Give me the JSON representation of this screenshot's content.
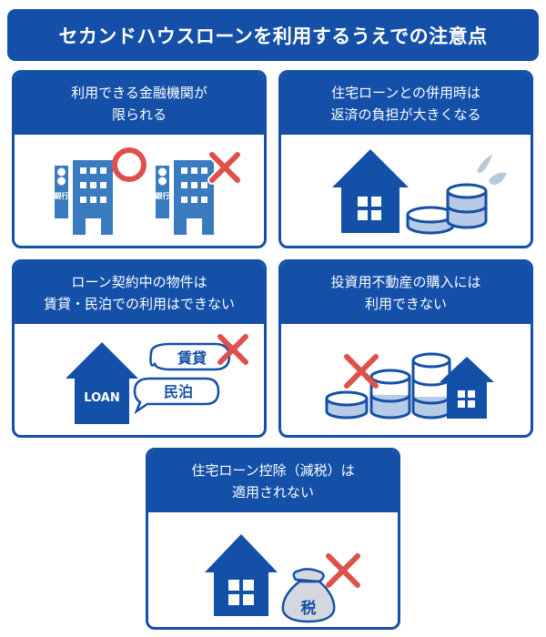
{
  "title": "セカンドハウスローンを利用するうえでの注意点",
  "colors": {
    "primary": "#1450a8",
    "building": "#3a7bbf",
    "cross": "#e0504a",
    "coin_fill": "#b8cbe6",
    "sweat": "#b8cad8",
    "bag_fill": "#d4d8de",
    "background": "#ffffff"
  },
  "cards": [
    {
      "id": "limited-institutions",
      "lines": [
        "利用できる金融機関が",
        "限られる"
      ],
      "illustration": {
        "icons": [
          "bank-building-icon",
          "circle-ok-icon",
          "bank-building-icon",
          "cross-ng-icon"
        ],
        "bank_label": "銀行"
      }
    },
    {
      "id": "repayment-burden",
      "lines": [
        "住宅ローンとの併用時は",
        "返済の負担が大きくなる"
      ],
      "illustration": {
        "icons": [
          "house-icon",
          "coin-stack-icon",
          "sweat-drop-icon"
        ]
      }
    },
    {
      "id": "no-rental",
      "lines": [
        "ローン契約中の物件は",
        "賃貸・民泊での利用はできない"
      ],
      "illustration": {
        "icons": [
          "house-icon",
          "speech-bubble-icon",
          "speech-bubble-icon",
          "cross-ng-icon"
        ],
        "house_label": "LOAN",
        "bubble_labels": [
          "賃貸",
          "民泊"
        ]
      }
    },
    {
      "id": "no-investment",
      "lines": [
        "投資用不動産の購入には",
        "利用できない"
      ],
      "illustration": {
        "icons": [
          "cross-ng-icon",
          "coin-stack-icon",
          "house-icon"
        ]
      }
    },
    {
      "id": "no-tax-deduction",
      "lines": [
        "住宅ローン控除（減税）は",
        "適用されない"
      ],
      "illustration": {
        "icons": [
          "house-icon",
          "money-bag-icon",
          "cross-ng-icon"
        ],
        "bag_label": "税"
      }
    }
  ]
}
